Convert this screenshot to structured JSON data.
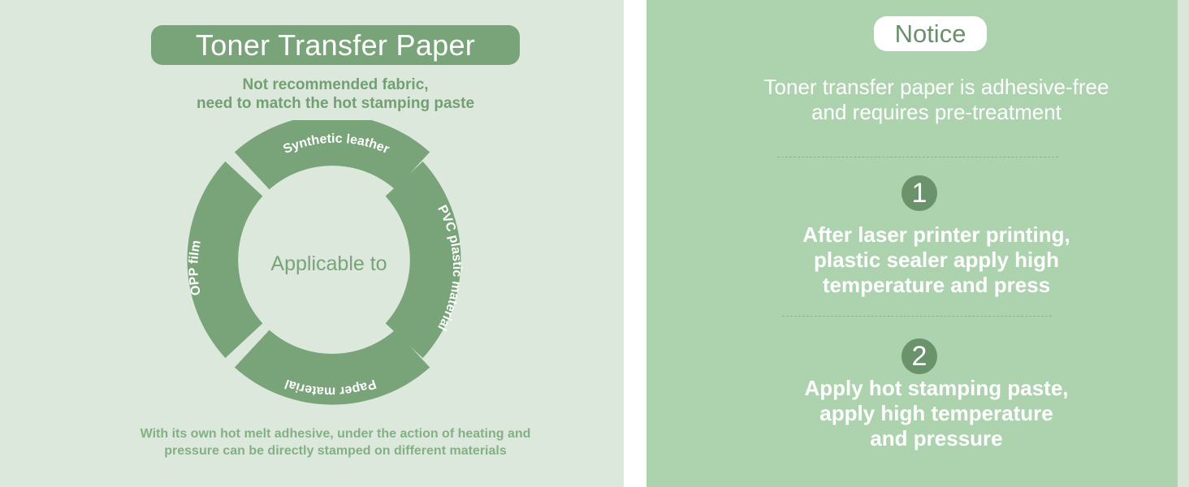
{
  "left": {
    "title": "Toner Transfer Paper",
    "subtitle_lines": [
      "Not recommended fabric,",
      "need to match the hot stamping paste"
    ],
    "ring": {
      "center_label": "Applicable to",
      "segments": {
        "top": "Synthetic leather",
        "right": "PVC plastic material",
        "bottom": "Paper material",
        "left": "OPP film"
      }
    },
    "footer_lines": [
      "With its own hot melt adhesive, under the action of heating and",
      "pressure can be directly stamped on different materials"
    ]
  },
  "right": {
    "notice_label": "Notice",
    "description_lines": [
      "Toner transfer paper is adhesive-free",
      "and requires pre-treatment"
    ],
    "steps": [
      {
        "number": "1",
        "lines": [
          "After laser printer printing,",
          "plastic sealer apply high",
          "temperature and press"
        ]
      },
      {
        "number": "2",
        "lines": [
          "Apply hot stamping paste,",
          "apply high temperature",
          "and pressure"
        ]
      }
    ]
  },
  "colors": {
    "left_background": "#dde8dc",
    "right_background": "#acd3ae",
    "accent_green": "#79a379",
    "subtitle_green": "#72a072",
    "step_circle_green": "#6a936b",
    "white": "#ffffff"
  }
}
